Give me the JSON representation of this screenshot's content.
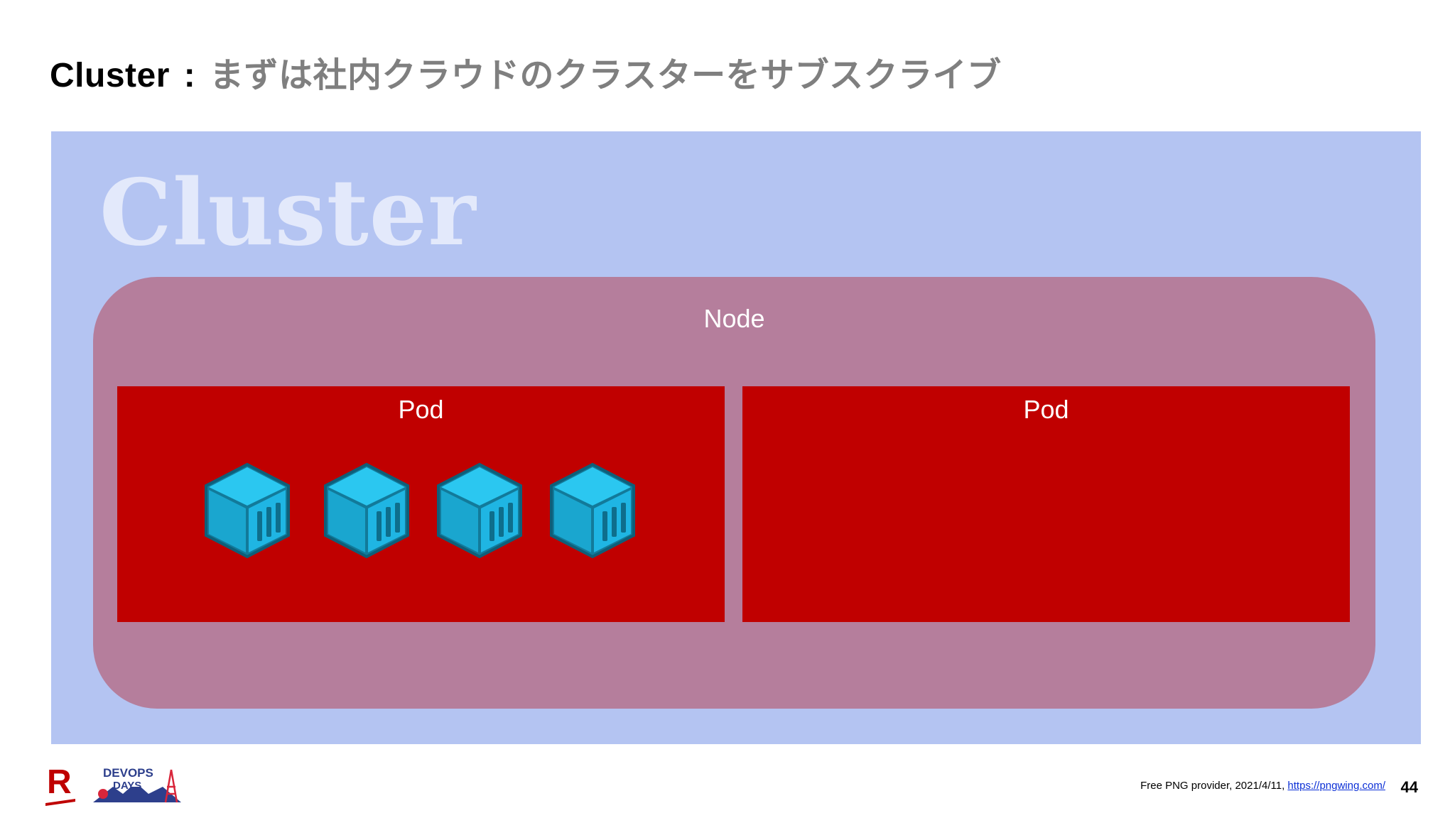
{
  "title": {
    "main": "Cluster",
    "separator": ":",
    "subtitle": "まずは社内クラウドのクラスターをサブスクライブ"
  },
  "diagram": {
    "cluster_label": "Cluster",
    "node_label": "Node",
    "pods": [
      {
        "label": "Pod",
        "containers": 4
      },
      {
        "label": "Pod",
        "containers": 0
      }
    ],
    "colors": {
      "cluster": "#b4c4f2",
      "node": "#b57e9c",
      "pod": "#c00000",
      "container": "#1fb5e3"
    }
  },
  "footer": {
    "brand_logo": "R",
    "event_logo": "DEVOPS DAYS",
    "credit_prefix": "Free PNG provider, 2021/4/11,",
    "credit_link": "https://pngwing.com/",
    "page_number": "44"
  }
}
